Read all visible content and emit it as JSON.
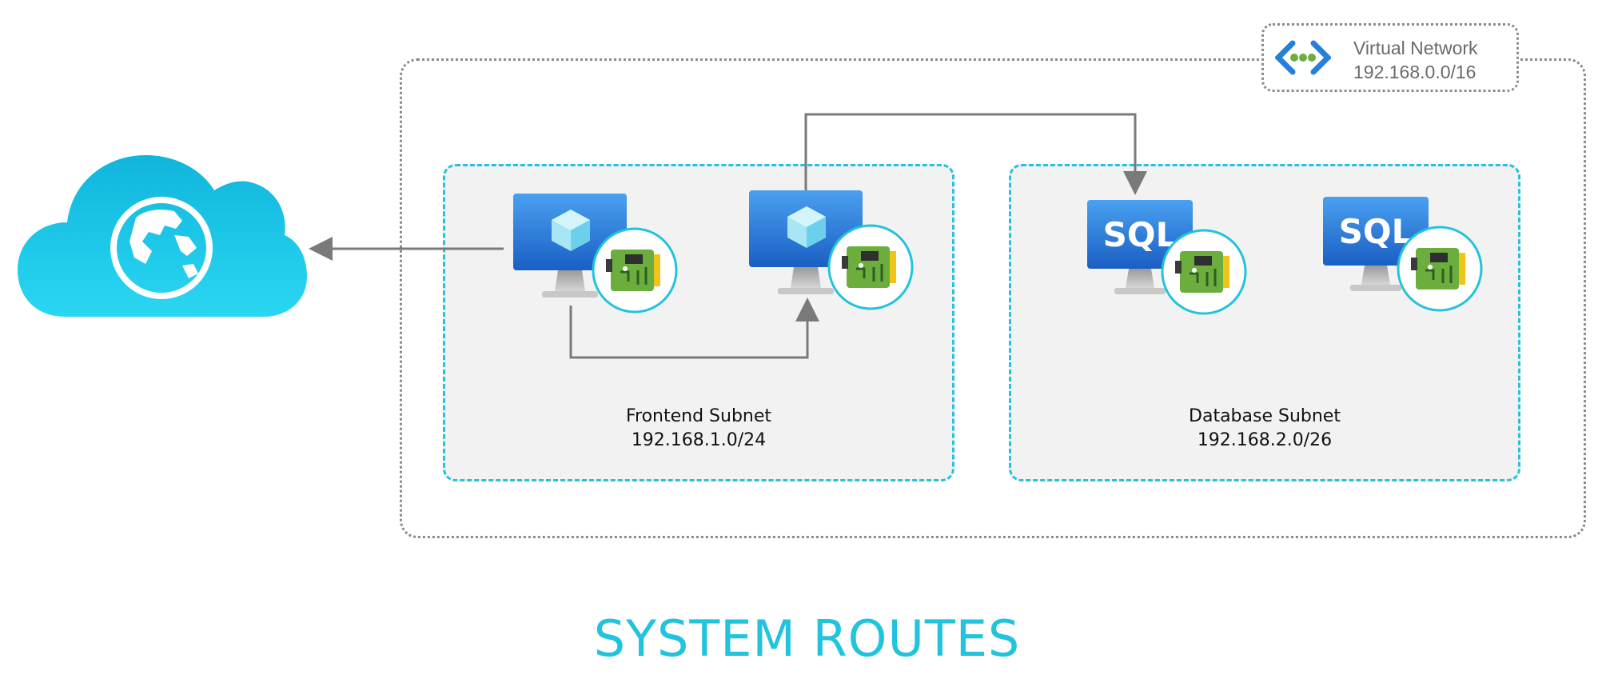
{
  "vnet": {
    "name": "Virtual Network",
    "cidr": "192.168.0.0/16"
  },
  "frontend": {
    "name": "Frontend Subnet",
    "cidr": "192.168.1.0/24"
  },
  "database": {
    "name": "Database Subnet",
    "cidr": "192.168.2.0/26"
  },
  "vm_label": "SQL",
  "title": "SYSTEM ROUTES",
  "colors": {
    "accent": "#22c3dc",
    "cloud": "#1ec9ea",
    "connector": "#7a7a7a",
    "vm_blue": "#1f6fd1",
    "nic_green": "#6cae3e"
  }
}
